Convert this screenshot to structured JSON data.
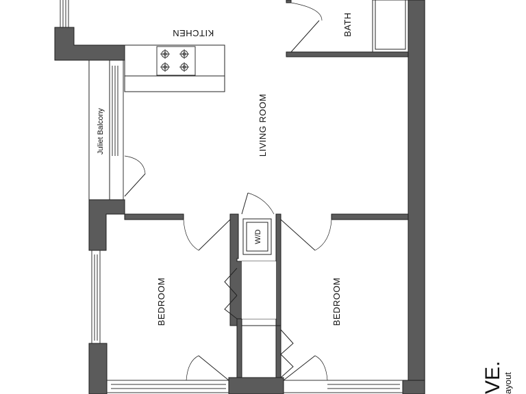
{
  "colors": {
    "wall": "#5b5b5b",
    "wall_stroke": "#1e1e1e",
    "line": "#222222",
    "fixture": "#444444",
    "background": "#ffffff"
  },
  "rooms": {
    "kitchen": "KITCHEN",
    "bath": "BATH",
    "living_room": "LIVING ROOM",
    "juliet_balcony": "Juliet Balcony",
    "washer_dryer": "W/D",
    "bedroom_left": "BEDROOM",
    "bedroom_right": "BEDROOM"
  },
  "title": {
    "fragment": "VE.",
    "subtitle_fragment": "ayout"
  },
  "icons": [
    "stove-icon",
    "bathtub-icon",
    "door-swing-icon",
    "window-icon",
    "bifold-door-icon"
  ]
}
